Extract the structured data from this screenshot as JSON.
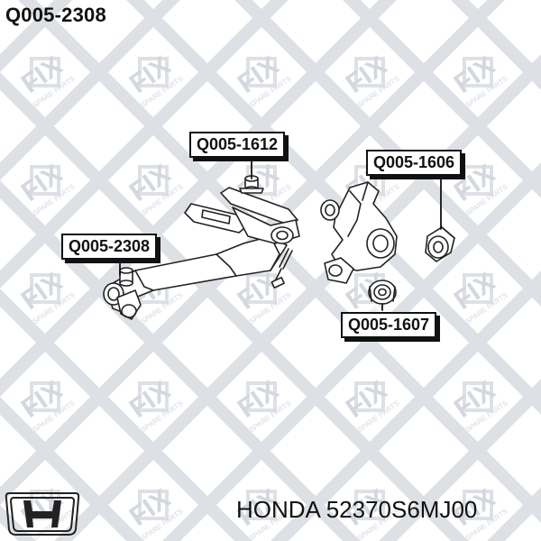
{
  "header": {
    "part_number": "Q005-2308"
  },
  "callouts": [
    {
      "id": "q005-1612",
      "label": "Q005-1612"
    },
    {
      "id": "q005-1606",
      "label": "Q005-1606"
    },
    {
      "id": "q005-2308",
      "label": "Q005-2308"
    },
    {
      "id": "q005-1607",
      "label": "Q005-1607"
    }
  ],
  "watermark": {
    "brand": "FIX",
    "tagline": "SPARE PARTS",
    "color": "#d9dde3"
  },
  "footer": {
    "make": "HONDA",
    "oem_number": "52370S6MJ00"
  },
  "colors": {
    "ink": "#111111",
    "line": "#333333",
    "background": "#ffffff"
  }
}
